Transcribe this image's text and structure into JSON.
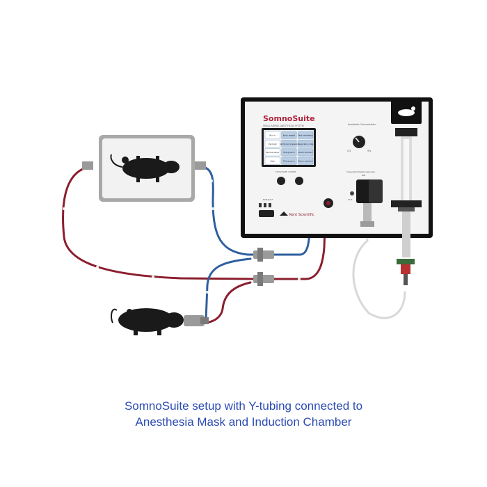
{
  "device": {
    "brand": "SomnoSuite",
    "subtitle": "SMALL ANIMAL ANESTHESIA SYSTEM",
    "manufacturer": "Kent Scientific",
    "screen_buttons": [
      "Run in",
      "Body weight",
      "Fast ventilation",
      "Zero/set",
      "Set target pressure",
      "Respiration rate",
      "Normal setup",
      "Filling warm",
      "Room ambient",
      "Help",
      "Filling warm",
      "Room ambient"
    ],
    "flow_label": "Anesthetic Concentration",
    "dial_min": "0.5",
    "dial_max": "5%",
    "valve_label": "FLOW RATE / MODE",
    "vaporizer_label": "Integrated Digital Vaporizer",
    "vaporizer_sub": "ISO",
    "exhaust_label": "EXHAUST",
    "port_label": "OUT"
  },
  "caption": {
    "line1": "SomnoSuite setup with Y-tubing connected to",
    "line2": "Anesthesia Mask and Induction Chamber"
  },
  "colors": {
    "blue_tube": "#2f5f9e",
    "red_tube": "#8b1e2e",
    "caption": "#2b4bb3",
    "panel": "#111111"
  }
}
